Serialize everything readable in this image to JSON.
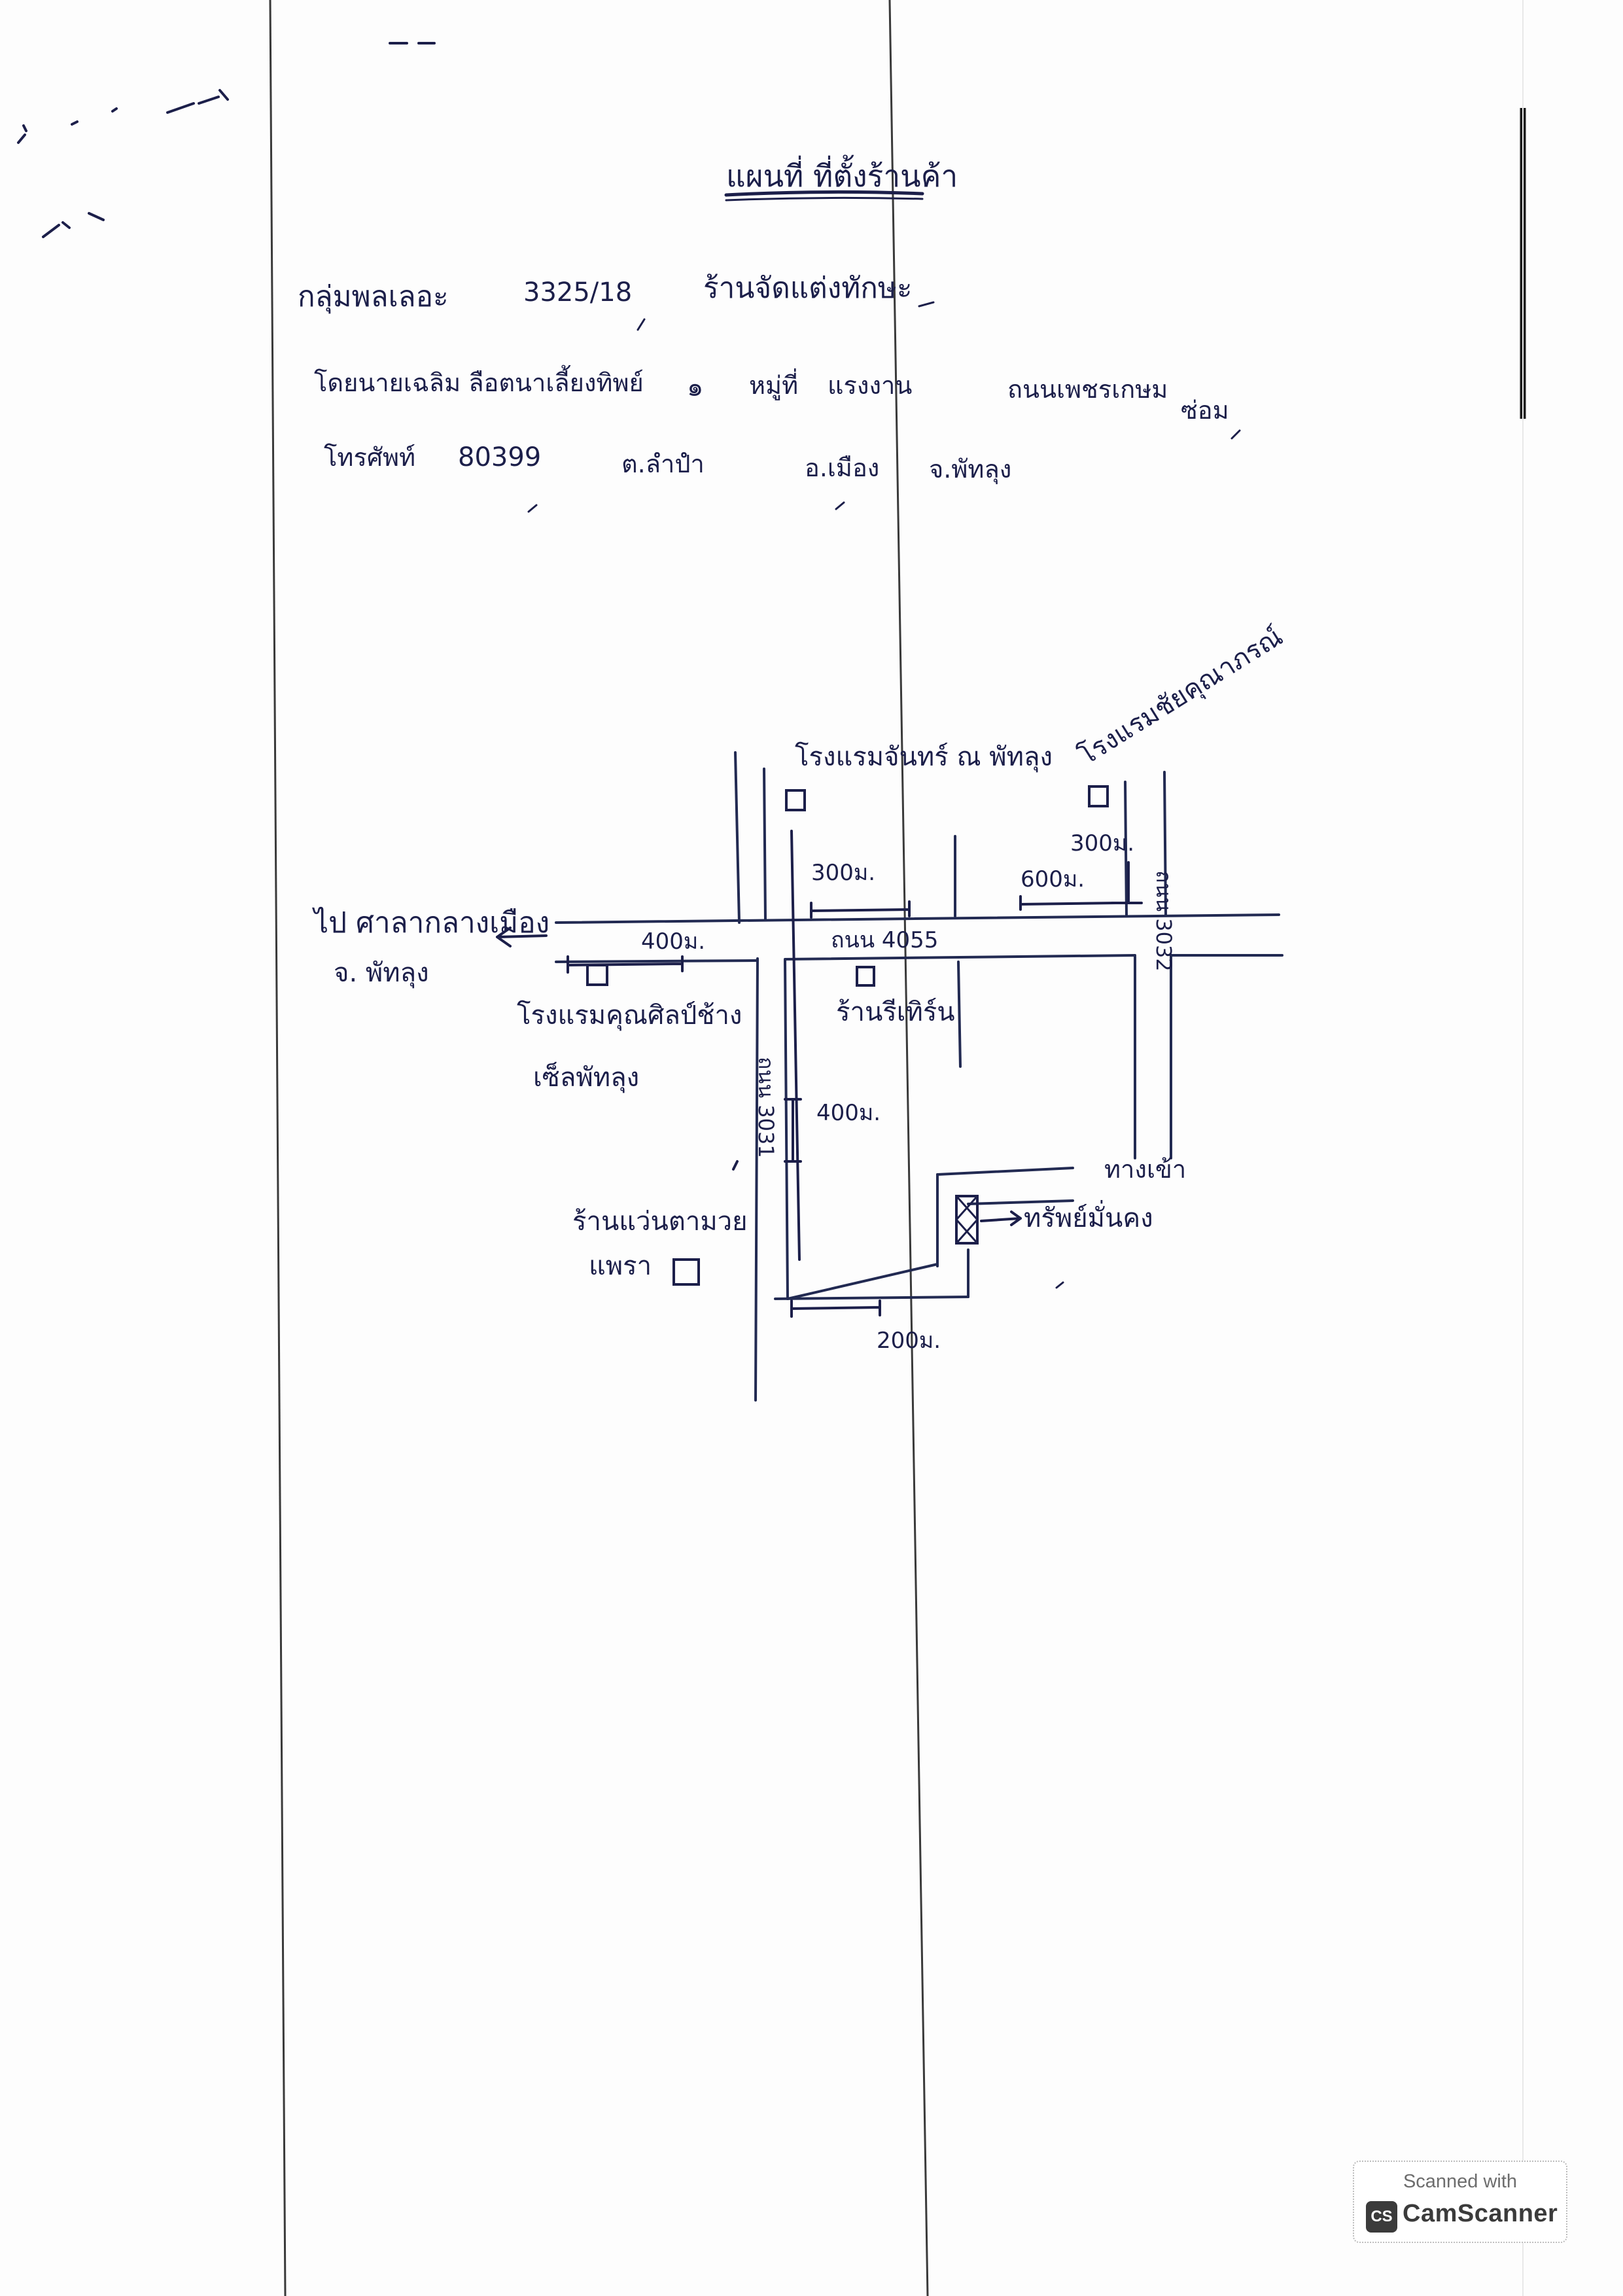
{
  "document": {
    "title": "แผนที่ ที่ตั้งร้านค้า",
    "line1": {
      "shop_label": "กลุ่มพลเลอะ",
      "number": "3325/18",
      "shop_name": "ร้านจัดแต่งทักษะ"
    },
    "line2": {
      "label": "โดยนายเฉลิม ลือตนาเลี้ยงทิพย์",
      "moo_label": "หมู่ที่",
      "moo": "๑",
      "house_label": "แรงงาน",
      "street": "ถนนเพชรเกษม",
      "tail": "ซ่อม"
    },
    "line3": {
      "label": "โทรศัพท์",
      "number": "80399",
      "tambon": "ต.ลำปำ",
      "amphoe": "อ.เมือง",
      "province": "จ.พัทลุง"
    }
  },
  "map": {
    "labels": {
      "to_city": "ไป ศาลากลางเมือง",
      "to_city_sub": "จ. พัทลุง",
      "temple_top": "โรงแรมจันทร์ ณ พัทลุง",
      "hotel_right": "โรงแรมชัยคุณาภรณ์",
      "hotel_left": "โรงแรมคุณศิลป์ช้าง",
      "hotel_left_sub": "เซ็ลพัทลุง",
      "shop_small": "ร้านรีเทิร์น",
      "shop_bottom": "ร้านแว่นตามวย",
      "shop_bottom_sub": "แพรา",
      "target_label": "ทรัพย์มั่นคง",
      "entrance_label": "ทางเข้า",
      "road_main": "ถนน 4055",
      "road_right": "ถนน 3032",
      "road_left": "ถนน 3031"
    },
    "distances": {
      "d400_left": "400ม.",
      "d300_mid": "300ม.",
      "d600_right": "600ม.",
      "d300_right": "300ม.",
      "d400_down": "400ม.",
      "d200_bottom": "200ม."
    }
  },
  "watermark": {
    "caption": "Scanned with",
    "logo": "CS",
    "brand": "CamScanner"
  }
}
